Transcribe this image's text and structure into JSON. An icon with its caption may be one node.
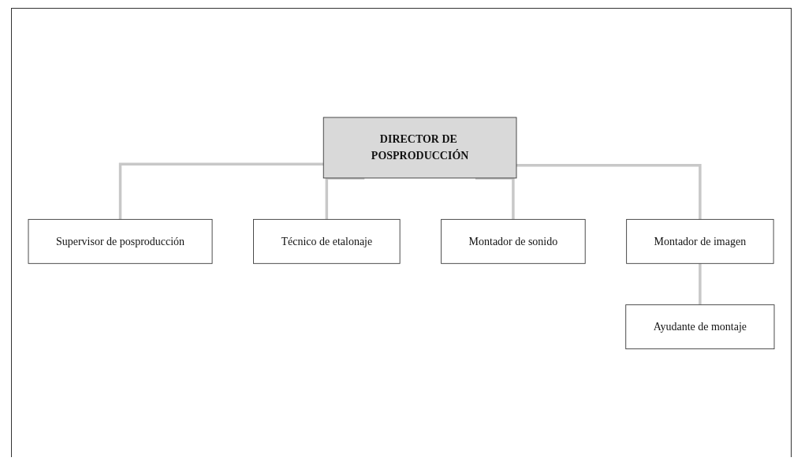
{
  "diagram": {
    "nodes": [
      {
        "text": [
          "DIRECTOR DE POSPRODUCCIÓN"
        ]
      },
      {
        "text": [
          "Supervisor de posproducción"
        ]
      },
      {
        "text": [
          "Técnico de etalonaje"
        ]
      },
      {
        "text": [
          "Montador de sonido"
        ]
      },
      {
        "text": [
          "Montador de imagen"
        ]
      },
      {
        "text": [
          "Ayudante de montaje"
        ]
      }
    ],
    "edges": [
      {
        "from": 0,
        "to": 1,
        "arrow": "none"
      },
      {
        "from": 0,
        "to": 2,
        "arrow": "none"
      },
      {
        "from": 0,
        "to": 3,
        "arrow": "none"
      },
      {
        "from": 0,
        "to": 4,
        "arrow": "none"
      },
      {
        "from": 4,
        "to": 5,
        "arrow": "none"
      }
    ]
  }
}
